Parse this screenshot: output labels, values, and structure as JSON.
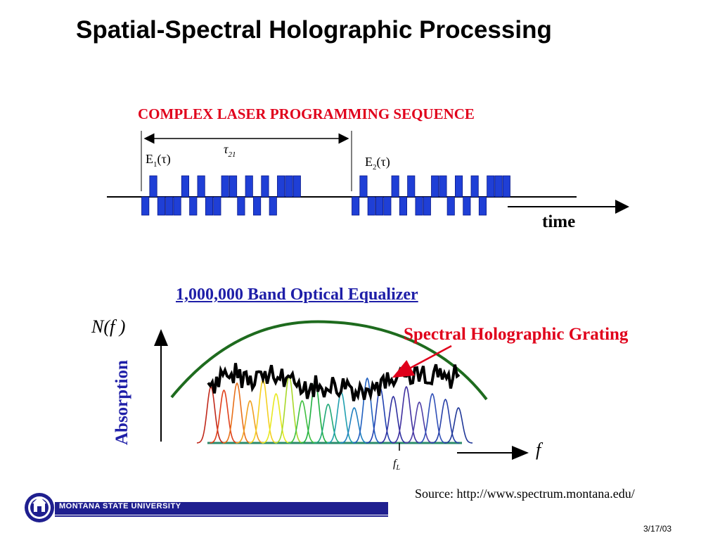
{
  "slide": {
    "title": "Spatial-Spectral Holographic Processing",
    "date": "3/17/03"
  },
  "sequence_diagram": {
    "title": "COMPLEX LASER PROGRAMMING SEQUENCE",
    "delay_label_symbol": "τ",
    "delay_label_subscript": "21",
    "pulse1_label_base": "E",
    "pulse1_label_subscript": "1",
    "pulse1_label_arg": "(τ)",
    "pulse2_label_base": "E",
    "pulse2_label_subscript": "2",
    "pulse2_label_arg": "(τ)",
    "time_axis_label": "time",
    "pulse_color": "#1f3fd6"
  },
  "equalizer_diagram": {
    "title": "1,000,000 Band Optical Equalizer",
    "y_function_label": "N(f )",
    "y_axis_label": "Absorption",
    "x_axis_label": "f",
    "marker_label_base": "f",
    "marker_label_subscript": "L",
    "grating_label": "Spectral Holographic Grating",
    "envelope_color": "#1e6b1e",
    "arrow_color": "#e0001b"
  },
  "footer": {
    "source": "Source: http://www.spectrum.montana.edu/",
    "university": "MONTANA STATE UNIVERSITY",
    "bar_color": "#1f1f8f"
  }
}
